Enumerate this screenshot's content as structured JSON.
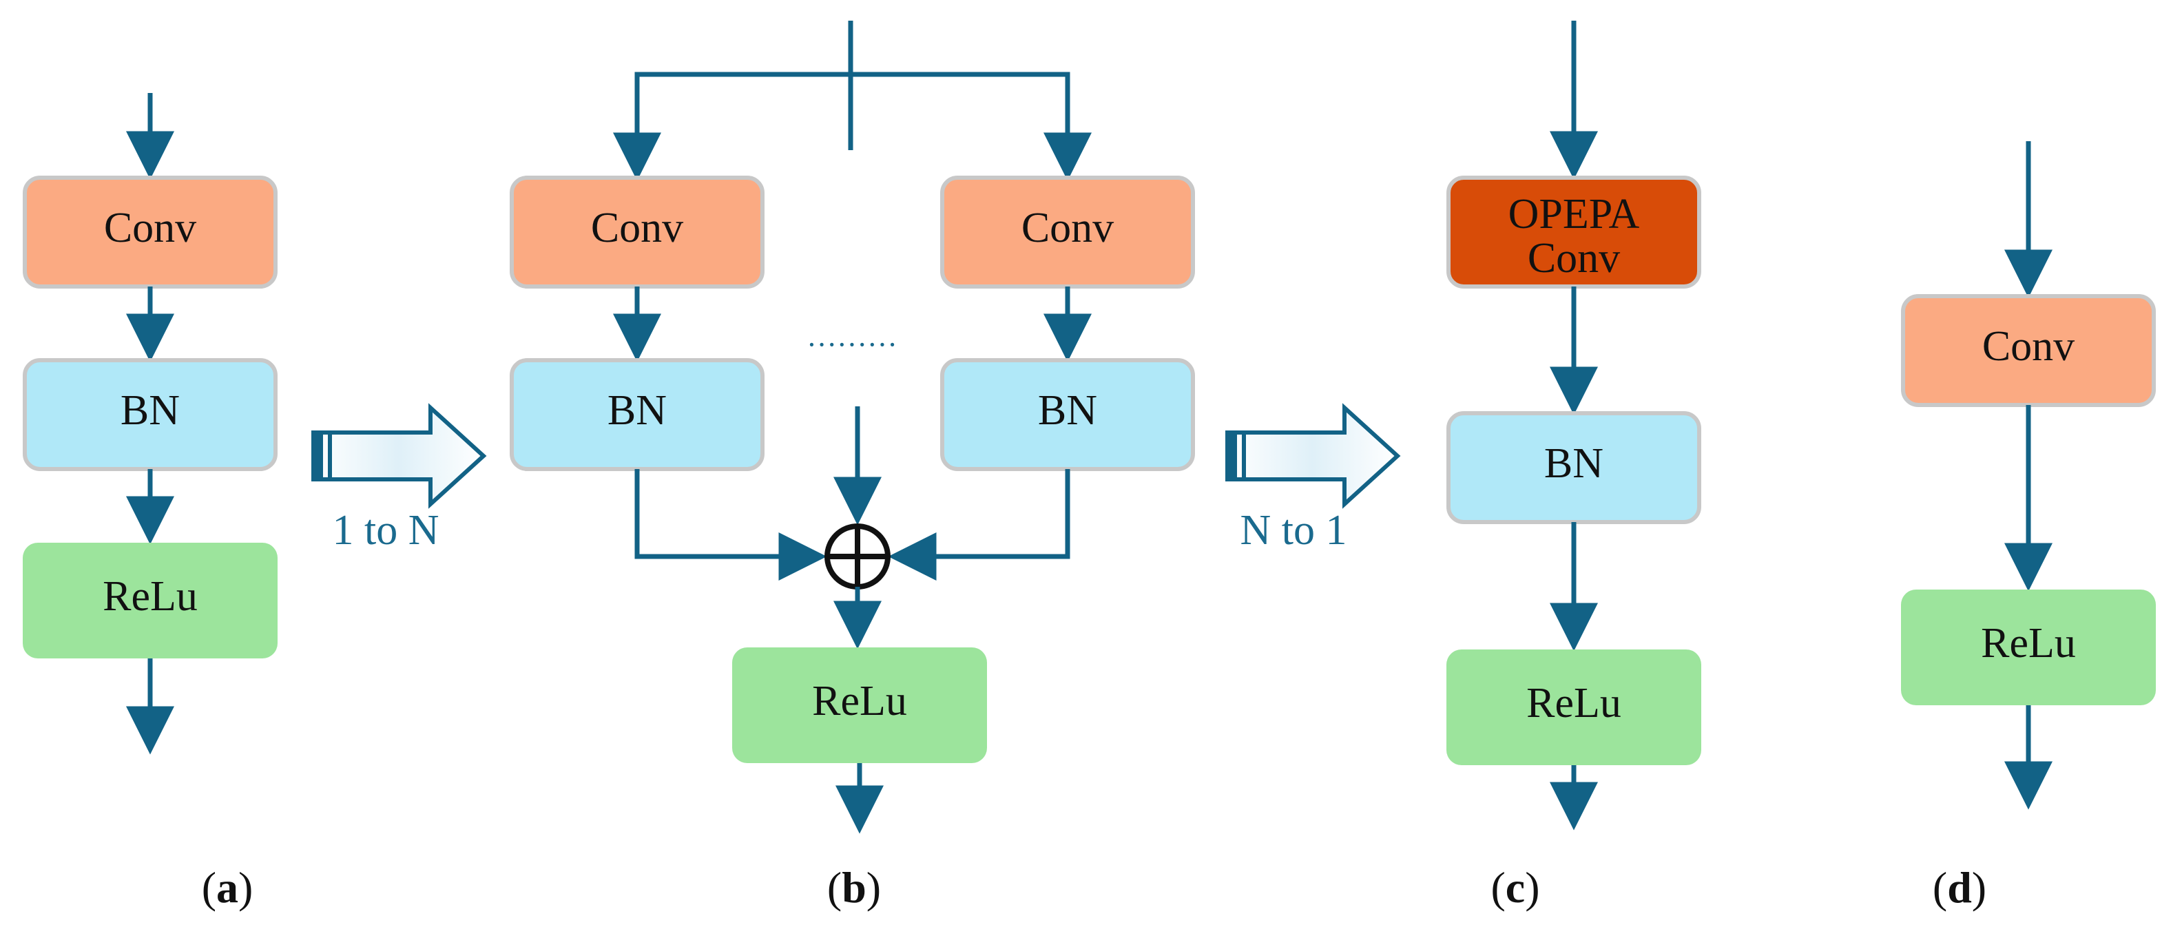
{
  "colors": {
    "arrow": "#126286",
    "conv_fill": "#fbaa82",
    "bn_fill": "#b0e8f8",
    "relu_fill": "#9ce49c",
    "opepa_fill": "#d84c08",
    "box_border": "#c8c8c8",
    "transition_label": "#1a6a8e"
  },
  "panel_a": {
    "conv": "Conv",
    "bn": "BN",
    "relu": "ReLu",
    "caption": "a"
  },
  "transition_1": {
    "label": "1 to N"
  },
  "panel_b": {
    "left_conv": "Conv",
    "right_conv": "Conv",
    "left_bn": "BN",
    "right_bn": "BN",
    "ellipsis": "·········",
    "relu": "ReLu",
    "caption": "b"
  },
  "transition_2": {
    "label": "N to 1"
  },
  "panel_c": {
    "opepa_line1": "OPEPA",
    "opepa_line2": "Conv",
    "bn": "BN",
    "relu": "ReLu",
    "caption": "c"
  },
  "panel_d": {
    "conv": "Conv",
    "relu": "ReLu",
    "caption": "d"
  }
}
